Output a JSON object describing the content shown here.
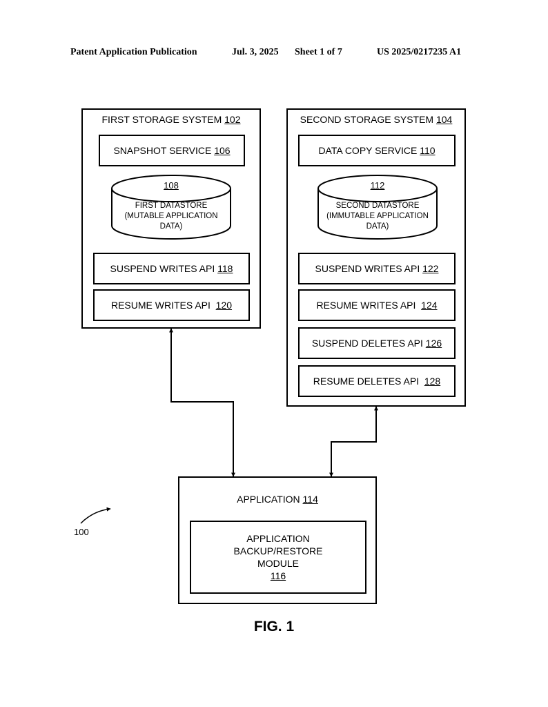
{
  "header": {
    "publication": "Patent Application Publication",
    "date": "Jul. 3, 2025",
    "sheet": "Sheet 1 of 7",
    "number": "US 2025/0217235 A1"
  },
  "first_system": {
    "title": "FIRST STORAGE SYSTEM",
    "ref": "102",
    "service": {
      "label": "SNAPSHOT SERVICE",
      "ref": "106"
    },
    "datastore": {
      "ref": "108",
      "line1": "FIRST DATASTORE",
      "line2": "(MUTABLE APPLICATION",
      "line3": "DATA)"
    },
    "apis": [
      {
        "label": "SUSPEND WRITES API",
        "ref": "118"
      },
      {
        "label": "RESUME WRITES API",
        "ref": "120"
      }
    ]
  },
  "second_system": {
    "title": "SECOND STORAGE SYSTEM",
    "ref": "104",
    "service": {
      "label": "DATA COPY SERVICE",
      "ref": "110"
    },
    "datastore": {
      "ref": "112",
      "line1": "SECOND DATASTORE",
      "line2": "(IMMUTABLE APPLICATION",
      "line3": "DATA)"
    },
    "apis": [
      {
        "label": "SUSPEND WRITES API",
        "ref": "122"
      },
      {
        "label": "RESUME WRITES API",
        "ref": "124"
      },
      {
        "label": "SUSPEND DELETES API",
        "ref": "126"
      },
      {
        "label": "RESUME DELETES API",
        "ref": "128"
      }
    ]
  },
  "application": {
    "title": "APPLICATION",
    "ref": "114",
    "module": {
      "line1": "APPLICATION",
      "line2": "BACKUP/RESTORE",
      "line3": "MODULE",
      "ref": "116"
    }
  },
  "figure_ref": "100",
  "figure_caption": "FIG. 1"
}
